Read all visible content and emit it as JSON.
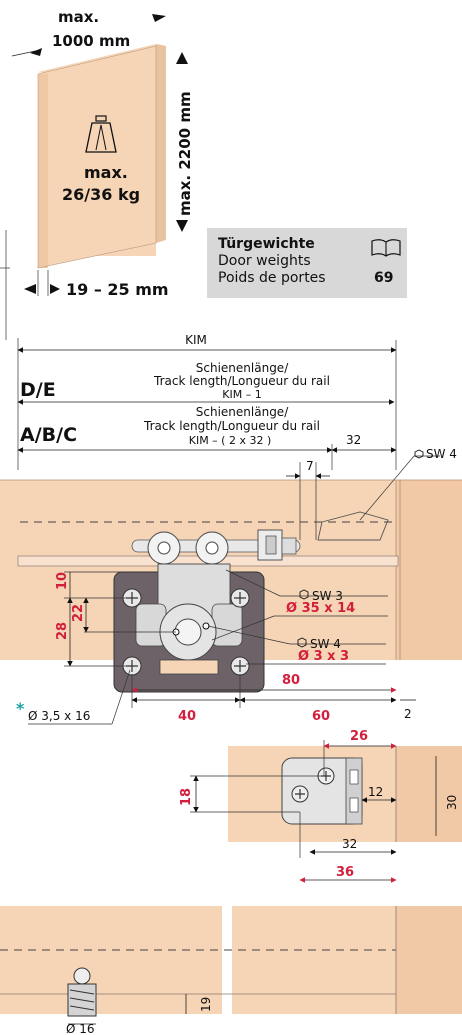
{
  "door": {
    "width_label_1": "max.",
    "width_label_2": "1000 mm",
    "height_label": "max. 2200 mm",
    "weight_label_1": "max.",
    "weight_label_2": "26/36 kg",
    "thickness_label": "19 – 25 mm"
  },
  "door_weights": {
    "title": "Türgewichte",
    "line_en": "Door weights",
    "line_fr": "Poids de portes",
    "page_ref": "69",
    "icon": "book-icon",
    "background_color": "#d8d8d8"
  },
  "track": {
    "kim": "KIM",
    "group_de": {
      "code": "D/E",
      "line1": "Schienenlänge/",
      "line2": "Track length/Longueur du rail",
      "formula": "KIM – 1"
    },
    "group_abc": {
      "code": "A/B/C",
      "line1": "Schienenlänge/",
      "line2": "Track length/Longueur du rail",
      "formula": "KIM – ( 2 x 32 )",
      "offset": "32"
    },
    "dim_7": "7",
    "sw4_top": "SW 4"
  },
  "fitting": {
    "dim_10": "10",
    "dim_22": "22",
    "dim_28": "28",
    "sw3": "SW 3",
    "bolt": "Ø 35 x 14",
    "sw4": "SW 4",
    "pin": "Ø 3 x 3",
    "dim_80": "80",
    "screw_marker": "*",
    "screw": "Ø 3,5 x 16",
    "dim_40": "40",
    "dim_60": "60",
    "dim_2": "2"
  },
  "stop": {
    "dim_26": "26",
    "dim_18": "18",
    "dim_12": "12",
    "dim_30": "30",
    "dim_32": "32",
    "dim_36": "36"
  },
  "guide": {
    "dim_19": "19",
    "diameter": "Ø 16"
  },
  "colors": {
    "wood": "#f6d4b6",
    "red_dimension": "#d21f3c",
    "marker": "#19a3a3",
    "plate": "#6d6268"
  }
}
